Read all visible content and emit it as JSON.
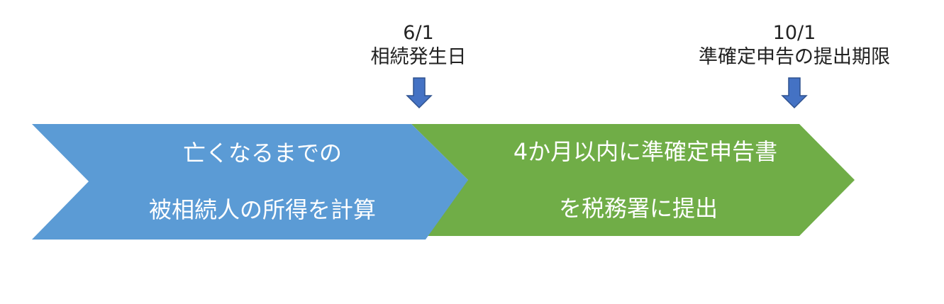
{
  "markers": [
    {
      "date": "6/1",
      "event": "相続発生日"
    },
    {
      "date": "10/1",
      "event": "準確定申告の提出期限"
    }
  ],
  "phases": [
    {
      "lines": [
        "亡くなるまでの",
        "被相続人の所得を計算"
      ],
      "color": "#5b9bd5"
    },
    {
      "lines": [
        "4か月以内に準確定申告書",
        "を税務署に提出"
      ],
      "color": "#70ad47"
    }
  ],
  "colors": {
    "marker_arrow": "#4472c4",
    "marker_arrow_border": "#2f528f",
    "text_dark": "#222222",
    "text_light": "#ffffff"
  }
}
